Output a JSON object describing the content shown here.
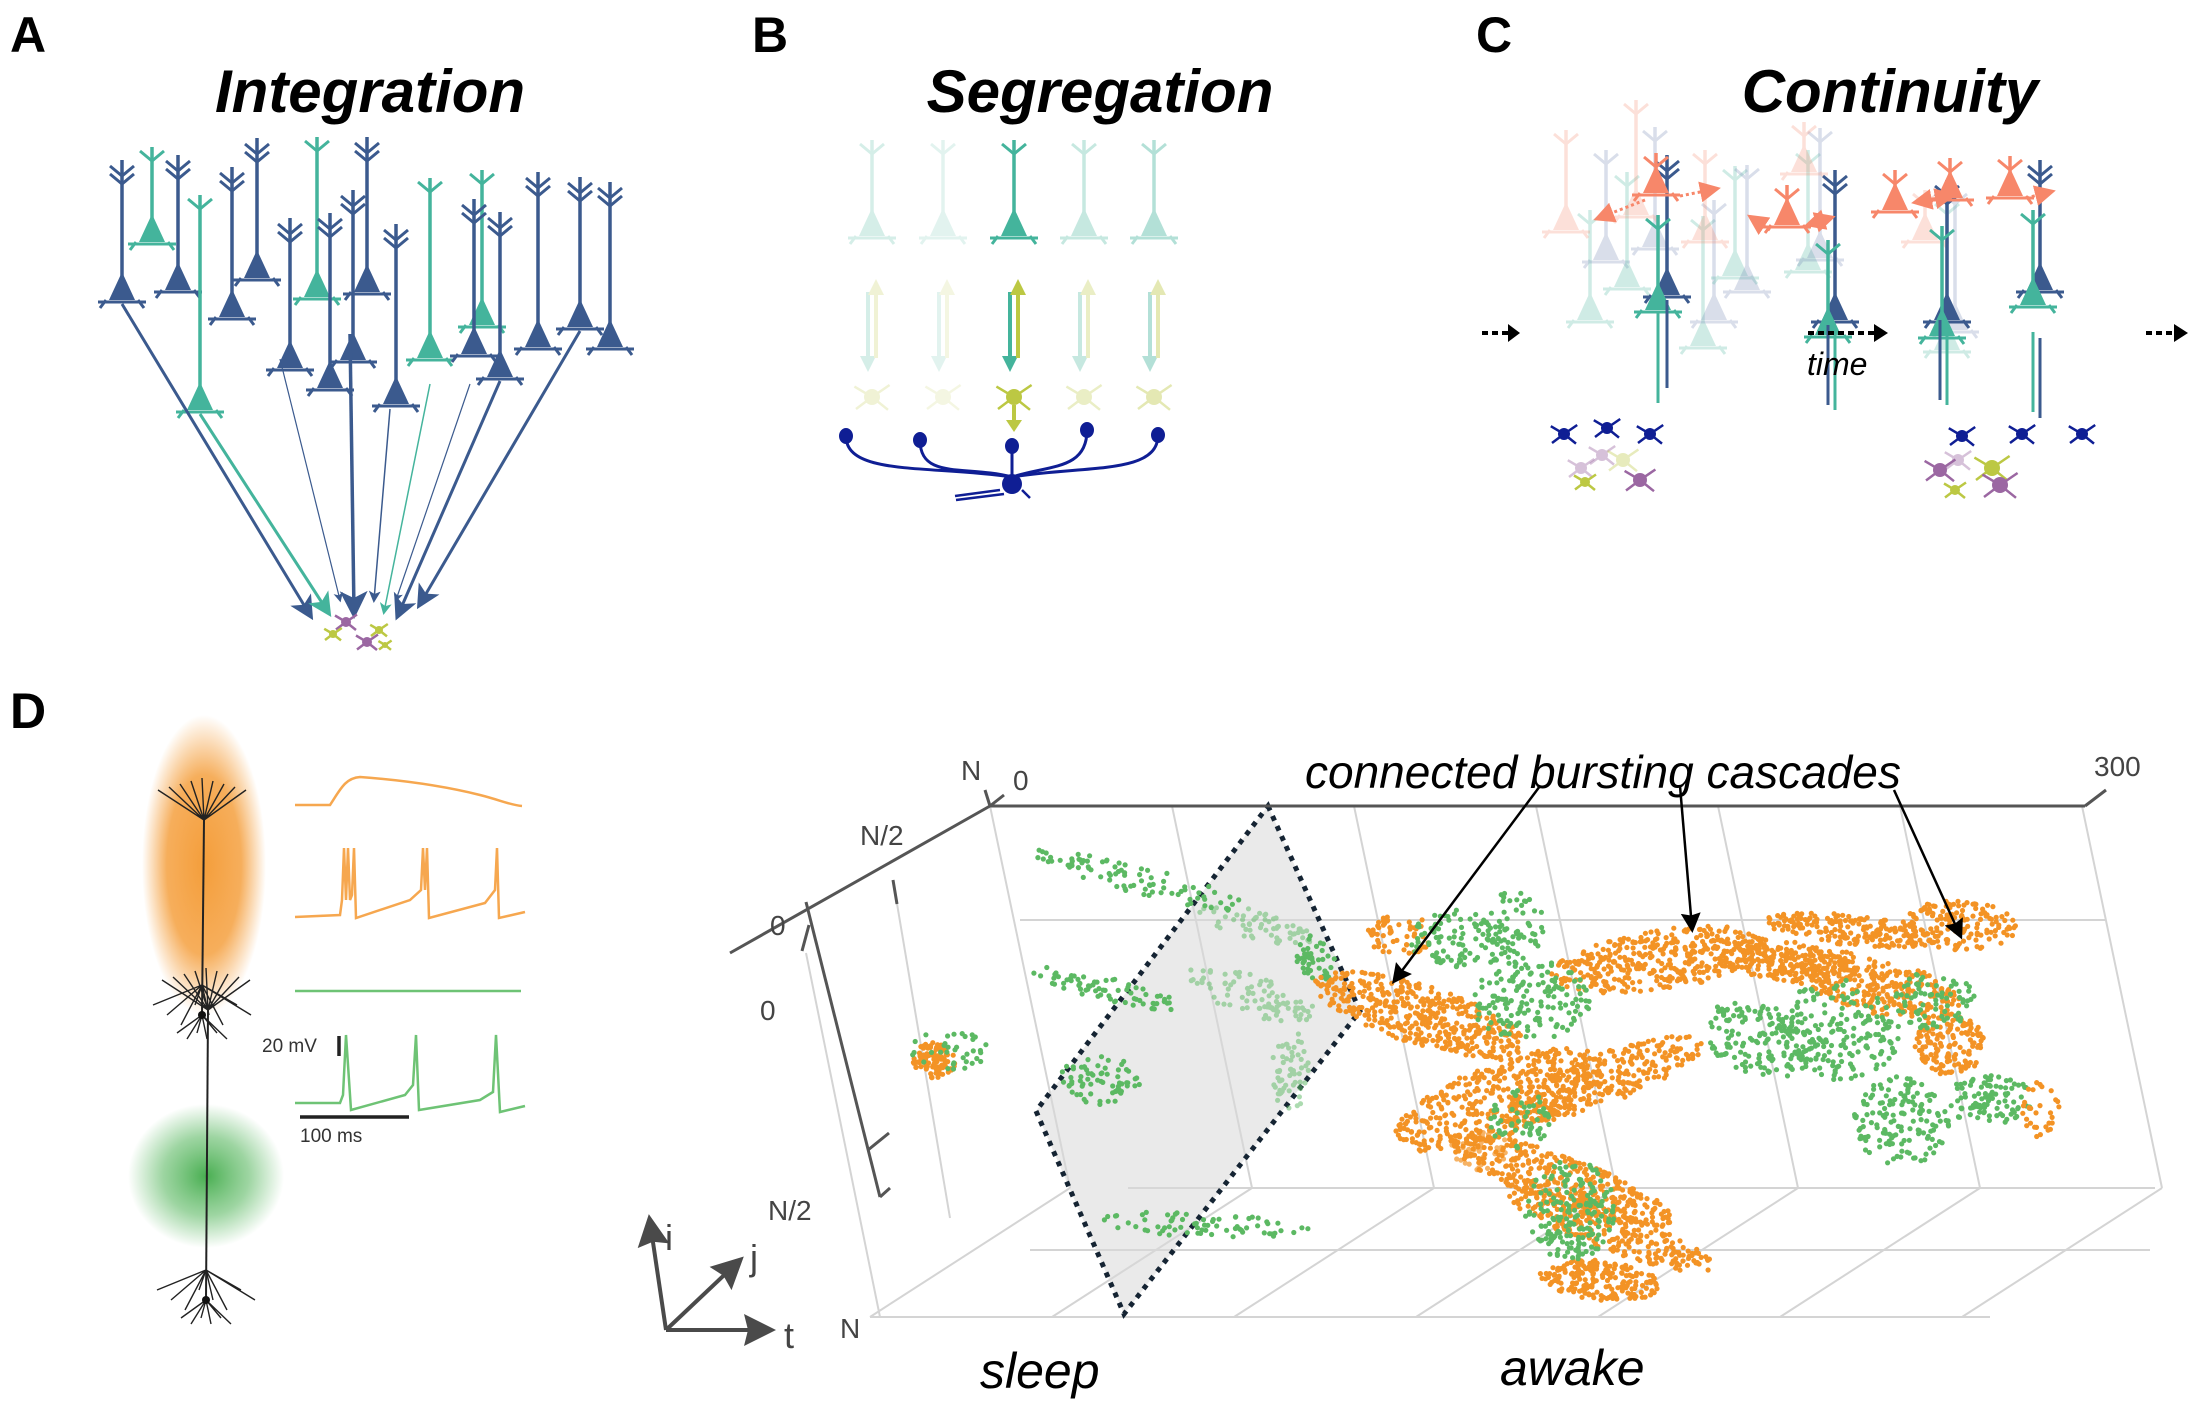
{
  "panels": {
    "a": {
      "letter": "A",
      "title": "Integration"
    },
    "b": {
      "letter": "B",
      "title": "Segregation"
    },
    "c": {
      "letter": "C",
      "title": "Continuity",
      "time_label": "time"
    },
    "d": {
      "letter": "D",
      "scalebar_voltage": "20 mV",
      "scalebar_time": "100 ms",
      "state_sleep": "sleep",
      "state_awake": "awake",
      "annotation": "connected bursting cascades",
      "axis_t_max": "300",
      "axis_labels": {
        "i": "i",
        "j": "j",
        "t": "t"
      },
      "ticks_j": [
        "0",
        "N/2",
        "N"
      ],
      "ticks_i": [
        "0",
        "N/2",
        "N"
      ],
      "tick_t0": "0"
    }
  },
  "colors": {
    "dark_blue_neuron": "#3b5a8e",
    "teal_neuron": "#44b49c",
    "interneuron_navy": "#0f1e94",
    "lime": "#bcc843",
    "purple": "#9b67a2",
    "salmon": "#f7876a",
    "orange": "#f39325",
    "green": "#5cb963",
    "axis_gray": "#4a4a4a"
  }
}
